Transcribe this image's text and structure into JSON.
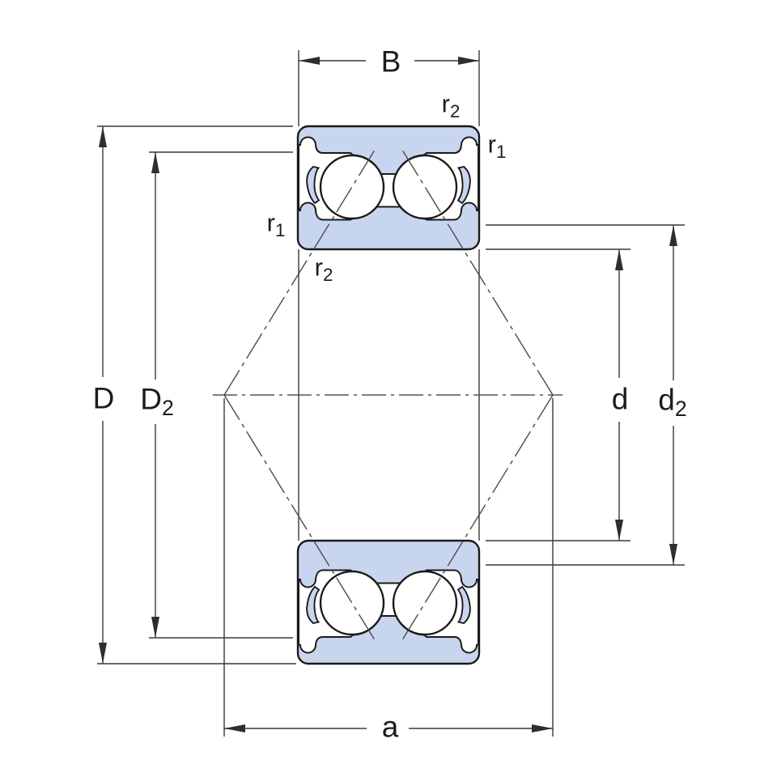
{
  "colors": {
    "ring_fill": "#c8d5ee",
    "outline": "#1a1a1a",
    "dimension_line": "#383838",
    "centerline": "#555555",
    "text": "#1c1c1c",
    "background": "#ffffff"
  },
  "labels": {
    "width": {
      "main": "B",
      "sub": ""
    },
    "r2_top": {
      "main": "r",
      "sub": "2"
    },
    "r1_top_right": {
      "main": "r",
      "sub": "1"
    },
    "r1_left": {
      "main": "r",
      "sub": "1"
    },
    "r2_left": {
      "main": "r",
      "sub": "2"
    },
    "outer_diameter": {
      "main": "D",
      "sub": ""
    },
    "recess_diameter": {
      "main": "D",
      "sub": "2"
    },
    "bore_diameter": {
      "main": "d",
      "sub": ""
    },
    "shoulder_diameter": {
      "main": "d",
      "sub": "2"
    },
    "contact_distance": {
      "main": "a",
      "sub": ""
    }
  }
}
